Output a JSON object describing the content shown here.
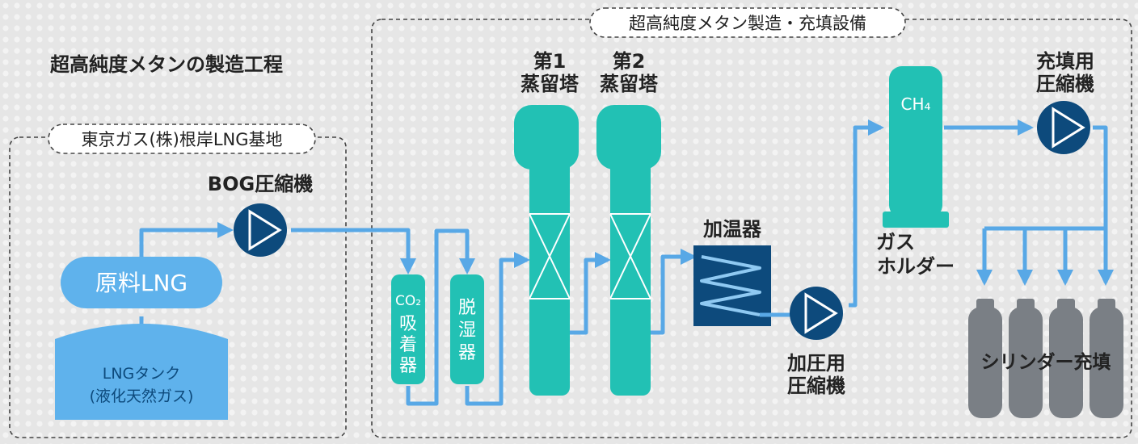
{
  "title": "超高純度メタンの製造工程",
  "facility_label": "超高純度メタン製造・充填設備",
  "base_label": "東京ガス(株)根岸LNG基地",
  "bog_compressor": "BOG圧縮機",
  "raw_lng": "原料LNG",
  "tank_line1": "LNGタンク",
  "tank_line2": "(液化天然ガス)",
  "co2_adsorber": {
    "formula": "CO₂",
    "chars": [
      "吸",
      "着",
      "器"
    ]
  },
  "dehumidifier": {
    "chars": [
      "脱",
      "湿",
      "器"
    ]
  },
  "column1": {
    "line1": "第1",
    "line2": "蒸留塔"
  },
  "column2": {
    "line1": "第2",
    "line2": "蒸留塔"
  },
  "heater": "加温器",
  "pressurizing_compressor": {
    "line1": "加圧用",
    "line2": "圧縮機"
  },
  "gas_holder": {
    "formula": "CH₄",
    "line1": "ガス",
    "line2": "ホルダー"
  },
  "filling_compressor": {
    "line1": "充填用",
    "line2": "圧縮機"
  },
  "cylinder_filling": "シリンダー充填",
  "colors": {
    "pipe": "#58a8e6",
    "teal": "#22c1b4",
    "navy": "#0d4a7c",
    "tank": "#5fb2ec",
    "cylinder": "#7a7f85"
  }
}
